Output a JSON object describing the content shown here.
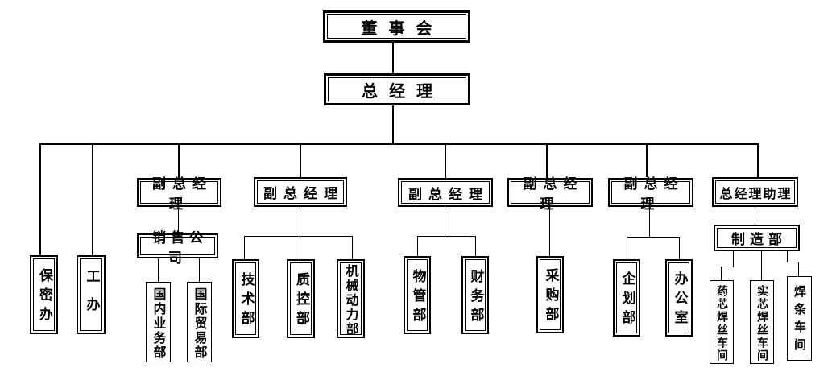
{
  "diagram": {
    "type": "org-chart",
    "colors": {
      "background": "#ffffff",
      "line": "#000000",
      "box_border": "#000000",
      "text": "#000000"
    }
  },
  "nodes": {
    "board": {
      "label": "董事会"
    },
    "general_manager": {
      "label": "总经理"
    },
    "vp1": {
      "label": "副总经理"
    },
    "vp2": {
      "label": "副总经理"
    },
    "vp3": {
      "label": "副总经理"
    },
    "vp4": {
      "label": "副总经理"
    },
    "vp5": {
      "label": "副总经理"
    },
    "gm_assistant": {
      "label": "总经理助理"
    },
    "sales_company": {
      "label": "销售公司"
    },
    "manufacturing_dept": {
      "label": "制造部"
    },
    "secrecy_office": {
      "label": "保密办"
    },
    "labor_office": {
      "label": "工办"
    },
    "domestic_business_dept": {
      "label": "国内业务部"
    },
    "intl_trade_dept": {
      "label": "国际贸易部"
    },
    "technology_dept": {
      "label": "技术部"
    },
    "quality_control_dept": {
      "label": "质控部"
    },
    "machinery_power_dept": {
      "label": "机械动力部"
    },
    "materials_dept": {
      "label": "物管部"
    },
    "finance_dept": {
      "label": "财务部"
    },
    "purchasing_dept": {
      "label": "采购部"
    },
    "planning_dept": {
      "label": "企划部"
    },
    "office": {
      "label": "办公室"
    },
    "flux_cored_wire_workshop": {
      "label": "药芯焊丝车间"
    },
    "solid_wire_workshop": {
      "label": "实芯焊丝车间"
    },
    "electrode_workshop": {
      "label": "焊条车间"
    }
  }
}
